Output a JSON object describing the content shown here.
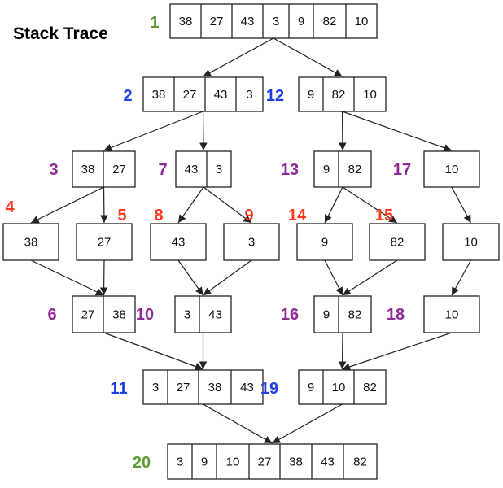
{
  "title": "Stack Trace",
  "colors": {
    "green": "#5a9a32",
    "blue": "#1f3fe0",
    "purple": "#8e2a95",
    "red": "#ff3b1f",
    "stroke": "#222222"
  },
  "nodes": [
    {
      "id": "n1",
      "label": "1",
      "color": "green",
      "values": [
        "38",
        "27",
        "43",
        "3",
        "9",
        "82",
        "10"
      ]
    },
    {
      "id": "n2",
      "label": "2",
      "color": "blue",
      "values": [
        "38",
        "27",
        "43",
        "3"
      ]
    },
    {
      "id": "n12",
      "label": "12",
      "color": "blue",
      "values": [
        "9",
        "82",
        "10"
      ]
    },
    {
      "id": "n3",
      "label": "3",
      "color": "purple",
      "values": [
        "38",
        "27"
      ]
    },
    {
      "id": "n7",
      "label": "7",
      "color": "purple",
      "values": [
        "43",
        "3"
      ]
    },
    {
      "id": "n13",
      "label": "13",
      "color": "purple",
      "values": [
        "9",
        "82"
      ]
    },
    {
      "id": "n17",
      "label": "17",
      "color": "purple",
      "values": [
        "10"
      ]
    },
    {
      "id": "n4",
      "label": "4",
      "color": "red",
      "values": [
        "38"
      ]
    },
    {
      "id": "n5",
      "label": "5",
      "color": "red",
      "values": [
        "27"
      ]
    },
    {
      "id": "n8",
      "label": "8",
      "color": "red",
      "values": [
        "43"
      ]
    },
    {
      "id": "n9",
      "label": "9",
      "color": "red",
      "values": [
        "3"
      ]
    },
    {
      "id": "n14",
      "label": "14",
      "color": "red",
      "values": [
        "9"
      ]
    },
    {
      "id": "n15",
      "label": "15",
      "color": "red",
      "values": [
        "82"
      ]
    },
    {
      "id": "n17b",
      "label": "",
      "color": "red",
      "values": [
        "10"
      ]
    },
    {
      "id": "n6",
      "label": "6",
      "color": "purple",
      "values": [
        "27",
        "38"
      ]
    },
    {
      "id": "n10",
      "label": "10",
      "color": "purple",
      "values": [
        "3",
        "43"
      ]
    },
    {
      "id": "n16",
      "label": "16",
      "color": "purple",
      "values": [
        "9",
        "82"
      ]
    },
    {
      "id": "n18",
      "label": "18",
      "color": "purple",
      "values": [
        "10"
      ]
    },
    {
      "id": "n11",
      "label": "11",
      "color": "blue",
      "values": [
        "3",
        "27",
        "38",
        "43"
      ]
    },
    {
      "id": "n19",
      "label": "19",
      "color": "blue",
      "values": [
        "9",
        "10",
        "82"
      ]
    },
    {
      "id": "n20",
      "label": "20",
      "color": "green",
      "values": [
        "3",
        "9",
        "10",
        "27",
        "38",
        "43",
        "82"
      ]
    }
  ],
  "edges": [
    [
      "n1",
      "n2"
    ],
    [
      "n1",
      "n12"
    ],
    [
      "n2",
      "n3"
    ],
    [
      "n2",
      "n7"
    ],
    [
      "n12",
      "n13"
    ],
    [
      "n12",
      "n17"
    ],
    [
      "n3",
      "n4"
    ],
    [
      "n3",
      "n5"
    ],
    [
      "n7",
      "n8"
    ],
    [
      "n7",
      "n9"
    ],
    [
      "n13",
      "n14"
    ],
    [
      "n13",
      "n15"
    ],
    [
      "n17",
      "n17b"
    ],
    [
      "n4",
      "n6"
    ],
    [
      "n5",
      "n6"
    ],
    [
      "n8",
      "n10"
    ],
    [
      "n9",
      "n10"
    ],
    [
      "n14",
      "n16"
    ],
    [
      "n15",
      "n16"
    ],
    [
      "n17b",
      "n18"
    ],
    [
      "n6",
      "n11"
    ],
    [
      "n10",
      "n11"
    ],
    [
      "n16",
      "n19"
    ],
    [
      "n18",
      "n19"
    ],
    [
      "n11",
      "n20"
    ],
    [
      "n19",
      "n20"
    ]
  ]
}
